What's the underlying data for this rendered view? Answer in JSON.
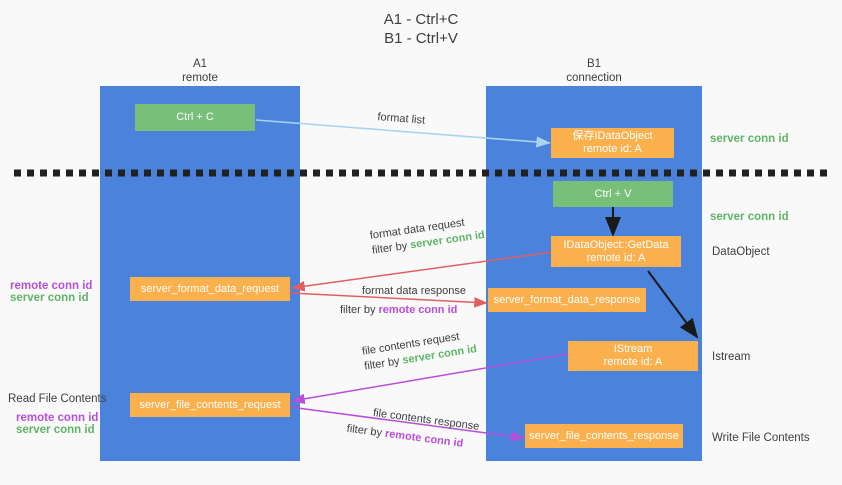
{
  "title": {
    "line1": "A1 - Ctrl+C",
    "line2": "B1 - Ctrl+V"
  },
  "columns": [
    {
      "name": "A1",
      "sub": "remote"
    },
    {
      "name": "B1",
      "sub": "connection"
    }
  ],
  "boxes": {
    "ctrl_c": {
      "label": "Ctrl + C"
    },
    "ctrl_v": {
      "label": "Ctrl + V"
    },
    "save_idataobject": {
      "line1": "保存IDataObject",
      "line2": "remote id: A"
    },
    "getdata": {
      "line1": "IDataObject::GetData",
      "line2": "remote id: A"
    },
    "istream": {
      "line1": "IStream",
      "line2": "remote id: A"
    },
    "server_format_data_request": {
      "label": "server_format_data_request"
    },
    "server_format_data_response": {
      "label": "server_format_data_response"
    },
    "server_file_contents_request": {
      "label": "server_file_contents_request"
    },
    "server_file_contents_response": {
      "label": "server_file_contents_response"
    }
  },
  "edges": {
    "format_list": {
      "label": "format list"
    },
    "format_data_request": {
      "label": "format data request",
      "filter_prefix": "filter by ",
      "filter_value": "server conn id"
    },
    "format_data_response": {
      "label": "format data response",
      "filter_prefix": "filter by ",
      "filter_value": "remote conn id"
    },
    "file_contents_request": {
      "label": "file contents request",
      "filter_prefix": "filter by ",
      "filter_value": "server conn id"
    },
    "file_contents_response": {
      "label": "file contents response",
      "filter_prefix": "filter by ",
      "filter_value": "remote conn id"
    }
  },
  "annotations": {
    "right_server_conn_id_top": "server conn id",
    "right_server_conn_id_mid": "server conn id",
    "right_dataobject": "DataObject",
    "right_istream": "Istream",
    "right_write_file_contents": "Write File Contents",
    "left_remote_conn_id_mid": "remote conn id",
    "left_server_conn_id_mid": "server conn id",
    "left_read_file_contents": "Read File Contents",
    "left_remote_conn_id_low": "remote conn id",
    "left_server_conn_id_low": "server conn id"
  },
  "colors": {
    "lane_blue": "#4a82dc",
    "box_orange": "#fbb04e",
    "box_green": "#78c07a",
    "arrow_lightblue": "#a8d4f0",
    "arrow_red": "#e0605f",
    "arrow_purple": "#b84fd8",
    "arrow_black": "#1a1a1a",
    "text_green": "#5fb468",
    "text_purple": "#b84fd8",
    "background": "#f9f9f9",
    "divider_dashed": "#212121"
  }
}
